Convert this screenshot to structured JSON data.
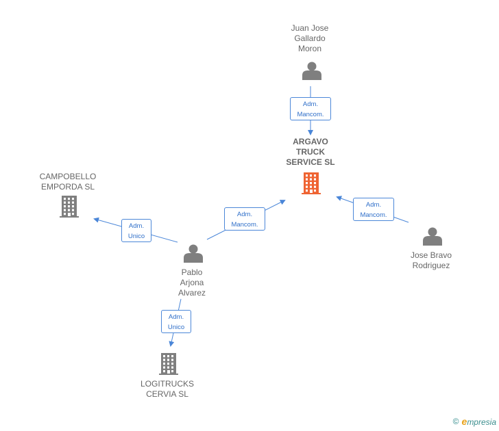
{
  "colors": {
    "edge": "#4a86d8",
    "node_gray": "#7f7f7f",
    "node_highlight": "#ef6433",
    "badge_text": "#2f6fc9"
  },
  "nodes": [
    {
      "id": "juan",
      "kind": "person",
      "icon": "person-icon",
      "label": "Juan Jose\nGallardo\nMoron"
    },
    {
      "id": "argavo",
      "kind": "company",
      "icon": "building-icon",
      "label": "ARGAVO\nTRUCK\nSERVICE  SL",
      "highlight": true
    },
    {
      "id": "campobello",
      "kind": "company",
      "icon": "building-icon",
      "label": "CAMPOBELLO\nEMPORDA  SL"
    },
    {
      "id": "pablo",
      "kind": "person",
      "icon": "person-icon",
      "label": "Pablo\nArjona\nAlvarez"
    },
    {
      "id": "jose",
      "kind": "person",
      "icon": "person-icon",
      "label": "Jose Bravo\nRodriguez"
    },
    {
      "id": "logitrucks",
      "kind": "company",
      "icon": "building-icon",
      "label": "LOGITRUCKS\nCERVIA SL"
    }
  ],
  "edges": [
    {
      "id": "juan-argavo",
      "from": "juan",
      "to": "argavo",
      "label": "Adm.\nMancom."
    },
    {
      "id": "pablo-argavo",
      "from": "pablo",
      "to": "argavo",
      "label": "Adm.\nMancom."
    },
    {
      "id": "jose-argavo",
      "from": "jose",
      "to": "argavo",
      "label": "Adm.\nMancom."
    },
    {
      "id": "pablo-campobello",
      "from": "pablo",
      "to": "campobello",
      "label": "Adm.\nUnico"
    },
    {
      "id": "pablo-logitrucks",
      "from": "pablo",
      "to": "logitrucks",
      "label": "Adm.\nUnico"
    }
  ],
  "watermark": {
    "copyright": "©",
    "brand_initial": "e",
    "brand_rest": "mpresia"
  }
}
